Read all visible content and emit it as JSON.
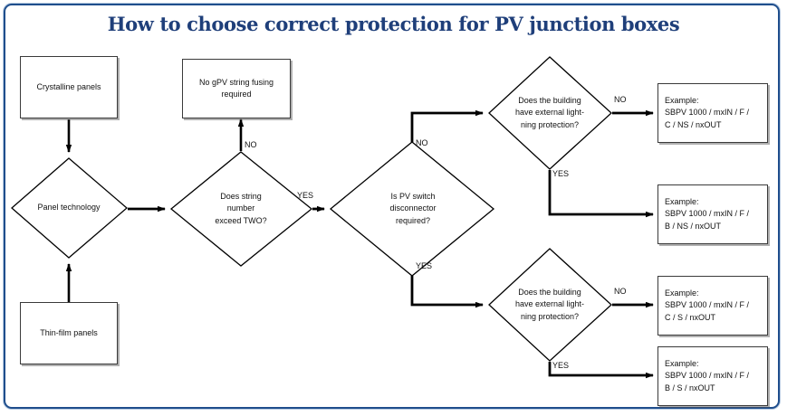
{
  "page": {
    "title": "How to choose correct protection for PV junction boxes",
    "frame_color": "#1f4e8c",
    "title_color": "#1f3f7a",
    "background": "#ffffff"
  },
  "flowchart": {
    "nodes": {
      "crystalline_panels": {
        "label": "Crystalline panels",
        "shape": "rectangle"
      },
      "thin_film_panels": {
        "label": "Thin-film panels",
        "shape": "rectangle"
      },
      "panel_technology": {
        "label": "Panel technology",
        "shape": "diamond"
      },
      "no_fusing": {
        "label": "No gPV string fusing required",
        "shape": "rectangle"
      },
      "string_number": {
        "line1": "Does string",
        "line2": "number",
        "line3": "exceed TWO?",
        "shape": "diamond"
      },
      "pv_switch": {
        "line1": "Is PV switch",
        "line2": "disconnector",
        "line3": "required?",
        "shape": "diamond"
      },
      "lightning_top": {
        "line1": "Does the building",
        "line2": "have external light-",
        "line3": "ning protection?",
        "shape": "diamond"
      },
      "lightning_bottom": {
        "line1": "Does the building",
        "line2": "have external light-",
        "line3": "ning protection?",
        "shape": "diamond"
      },
      "example_1": {
        "line1": "Example:",
        "line2": "SBPV 1000 / mxIN / F /",
        "line3": "C / NS / nxOUT",
        "shape": "rectangle"
      },
      "example_2": {
        "line1": "Example:",
        "line2": "SBPV 1000 / mxIN / F /",
        "line3": "B / NS / nxOUT",
        "shape": "rectangle"
      },
      "example_3": {
        "line1": "Example:",
        "line2": "SBPV 1000 / mxIN / F /",
        "line3": "C / S / nxOUT",
        "shape": "rectangle"
      },
      "example_4": {
        "line1": "Example:",
        "line2": "SBPV 1000 / mxIN / F /",
        "line3": "B / S / nxOUT",
        "shape": "rectangle"
      }
    },
    "edge_labels": {
      "string_no": "NO",
      "string_yes": "YES",
      "pv_switch_no": "NO",
      "pv_switch_yes": "YES",
      "lightning_top_no": "NO",
      "lightning_top_yes": "YES",
      "lightning_bottom_no": "NO",
      "lightning_bottom_yes": "YES"
    }
  }
}
